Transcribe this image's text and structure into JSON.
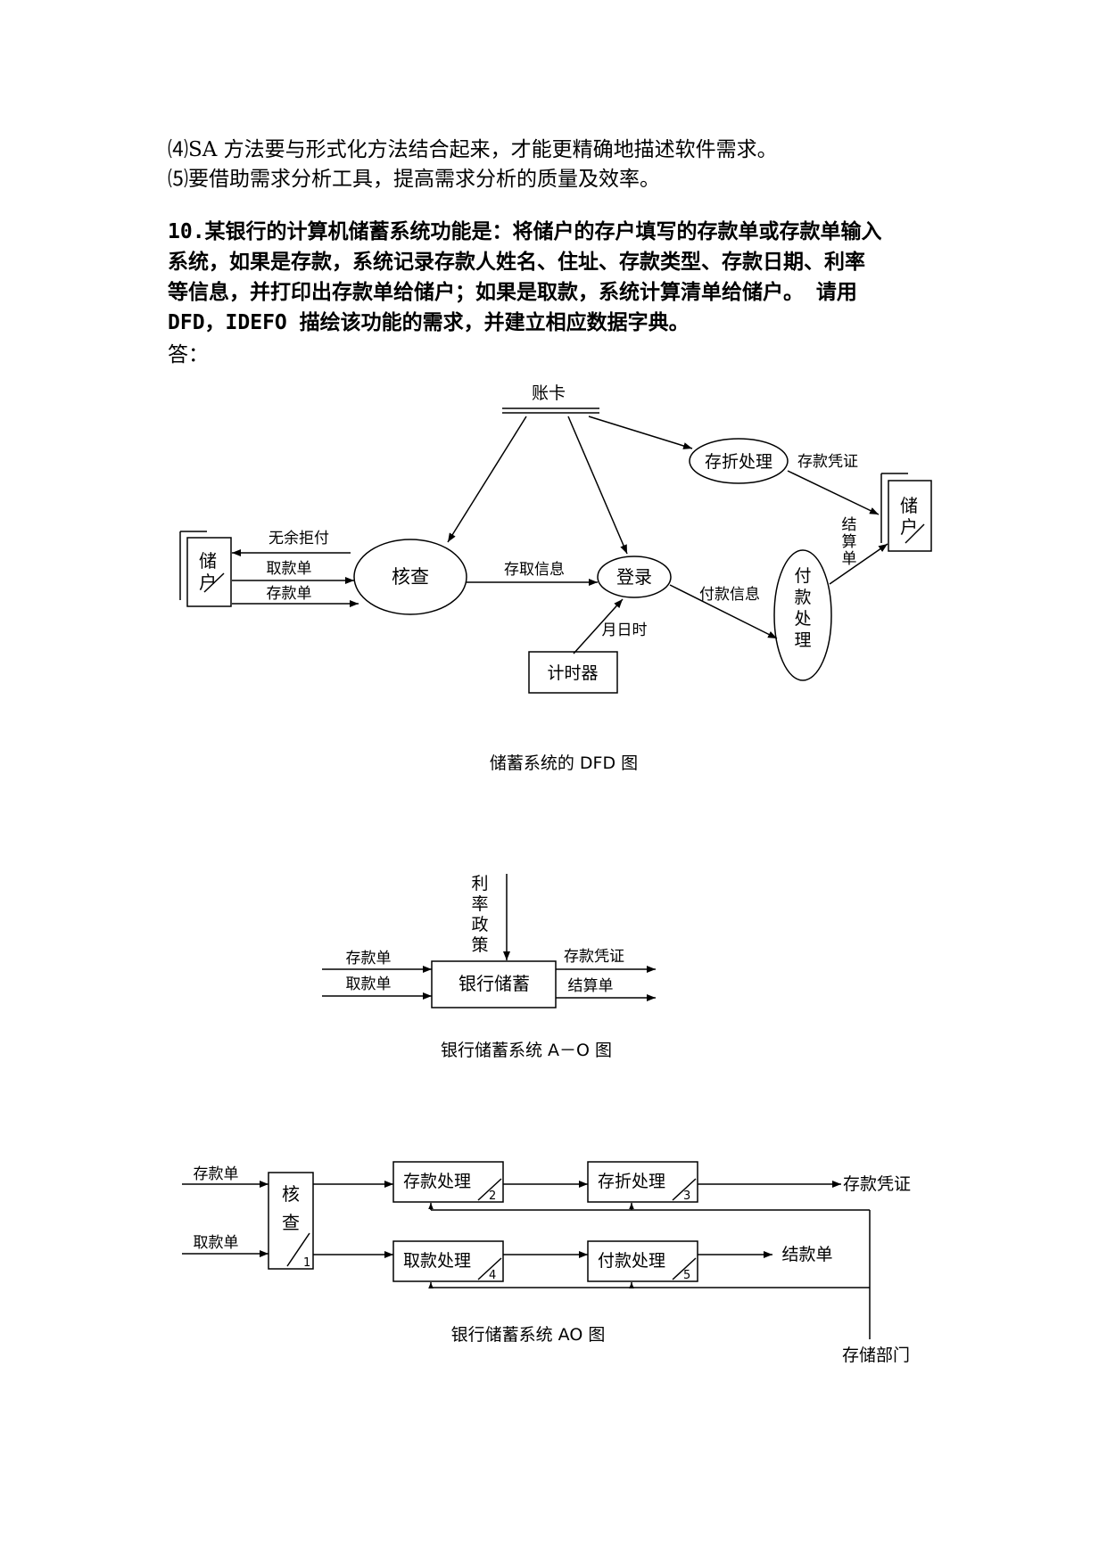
{
  "paragraphs": [
    "⑷SA 方法要与形式化方法结合起来，才能更精确地描述软件需求。",
    "⑸要借助需求分析工具，提高需求分析的质量及效率。"
  ],
  "question": {
    "lines": [
      "10.某银行的计算机储蓄系统功能是：将储户的存户填写的存款单或存款单输入",
      "系统，如果是存款，系统记录存款人姓名、住址、存款类型、存款日期、利率",
      "等信息，并打印出存款单给储户；如果是取款，系统计算清单给储户。 请用",
      "DFD，IDEFO 描绘该功能的需求，并建立相应数据字典。"
    ]
  },
  "answer_label": "答：",
  "dfd": {
    "caption": "储蓄系统的 DFD 图",
    "store": "账卡",
    "left_entity": [
      "储",
      "户"
    ],
    "right_entity": [
      "储",
      "户"
    ],
    "processes": {
      "check": "核查",
      "register": "登录",
      "passbook": "存折处理",
      "payment": [
        "付",
        "款",
        "处",
        "理"
      ]
    },
    "timer": "计时器",
    "flows": {
      "reject": "无余拒付",
      "withdraw_slip": "取款单",
      "deposit_slip": "存款单",
      "access_info": "存取信息",
      "payment_info": "付款信息",
      "date_time": "月日时",
      "deposit_voucher": "存款凭证",
      "statement": [
        "结",
        "算",
        "单"
      ]
    }
  },
  "idef_a0_context": {
    "caption": "银行储蓄系统 A－O 图",
    "box": "银行储蓄",
    "control": [
      "利",
      "率",
      "政",
      "策"
    ],
    "inputs": [
      "存款单",
      "取款单"
    ],
    "outputs": [
      "存款凭证",
      "结算单"
    ]
  },
  "idef_a0": {
    "caption": "银行储蓄系统 AO 图",
    "inputs": [
      "存款单",
      "取款单"
    ],
    "check_box": {
      "label": [
        "核",
        "查"
      ],
      "num": "1"
    },
    "boxes": [
      {
        "label": "存款处理",
        "num": "2"
      },
      {
        "label": "存折处理",
        "num": "3"
      },
      {
        "label": "取款处理",
        "num": "4"
      },
      {
        "label": "付款处理",
        "num": "5"
      }
    ],
    "outputs": [
      "存款凭证",
      "结款单"
    ],
    "mechanism": "存储部门"
  }
}
